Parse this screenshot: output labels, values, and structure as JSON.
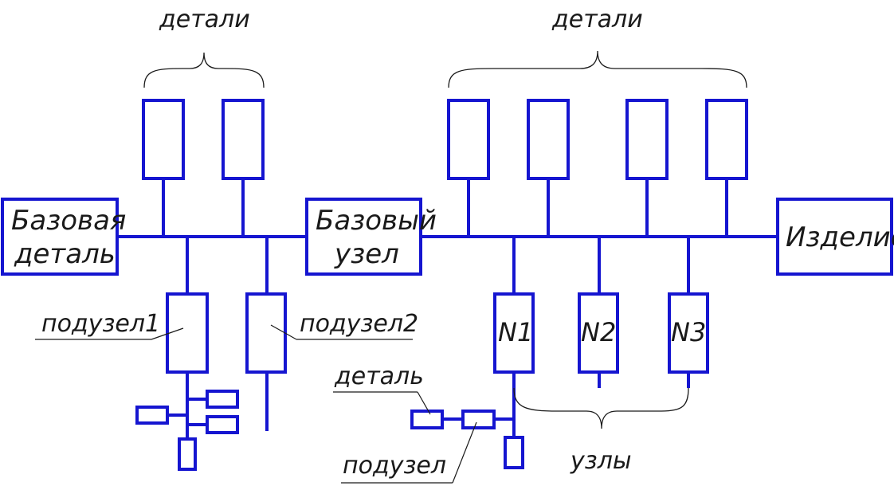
{
  "labels": {
    "details_left": "детали",
    "details_right": "детали",
    "base_part_line1": "Базовая",
    "base_part_line2": "деталь",
    "base_unit_line1": "Базовый",
    "base_unit_line2": "узел",
    "product": "Изделие",
    "subunit1": "подузел1",
    "subunit2": "подузел2",
    "n1": "N1",
    "n2": "N2",
    "n3": "N3",
    "part": "деталь",
    "subunit": "подузел",
    "units": "узлы"
  },
  "colors": {
    "lines": "#1515d0",
    "text": "#1a1a1a"
  }
}
